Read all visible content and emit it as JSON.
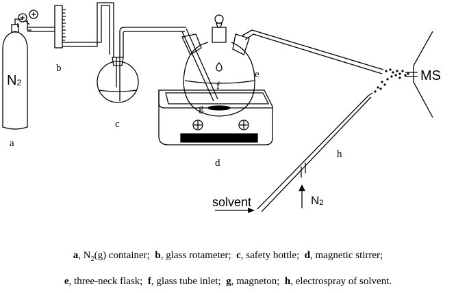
{
  "labels": {
    "a": "a",
    "b": "b",
    "c": "c",
    "d": "d",
    "e": "e",
    "f": "f",
    "g": "g",
    "h": "h",
    "n2_cylinder": "N",
    "n2_cylinder_sub": "2",
    "n2_sheath": "N",
    "n2_sheath_sub": "2",
    "solvent": "solvent",
    "ms": "MS"
  },
  "caption": {
    "line1": [
      {
        "key": "a",
        "text": ", N"
      },
      {
        "sub": "2"
      },
      {
        "text": "(g) container;  "
      },
      {
        "key": "b",
        "text": ", glass rotameter;  "
      },
      {
        "key": "c",
        "text": ", safety bottle;  "
      },
      {
        "key": "d",
        "text": ", magnetic stirrer;"
      }
    ],
    "line2": [
      {
        "key": "e",
        "text": ", three-neck flask;  "
      },
      {
        "key": "f",
        "text": ", glass tube inlet;  "
      },
      {
        "key": "g",
        "text": ", magneton;  "
      },
      {
        "key": "h",
        "text": ", electrospray of solvent."
      }
    ]
  }
}
